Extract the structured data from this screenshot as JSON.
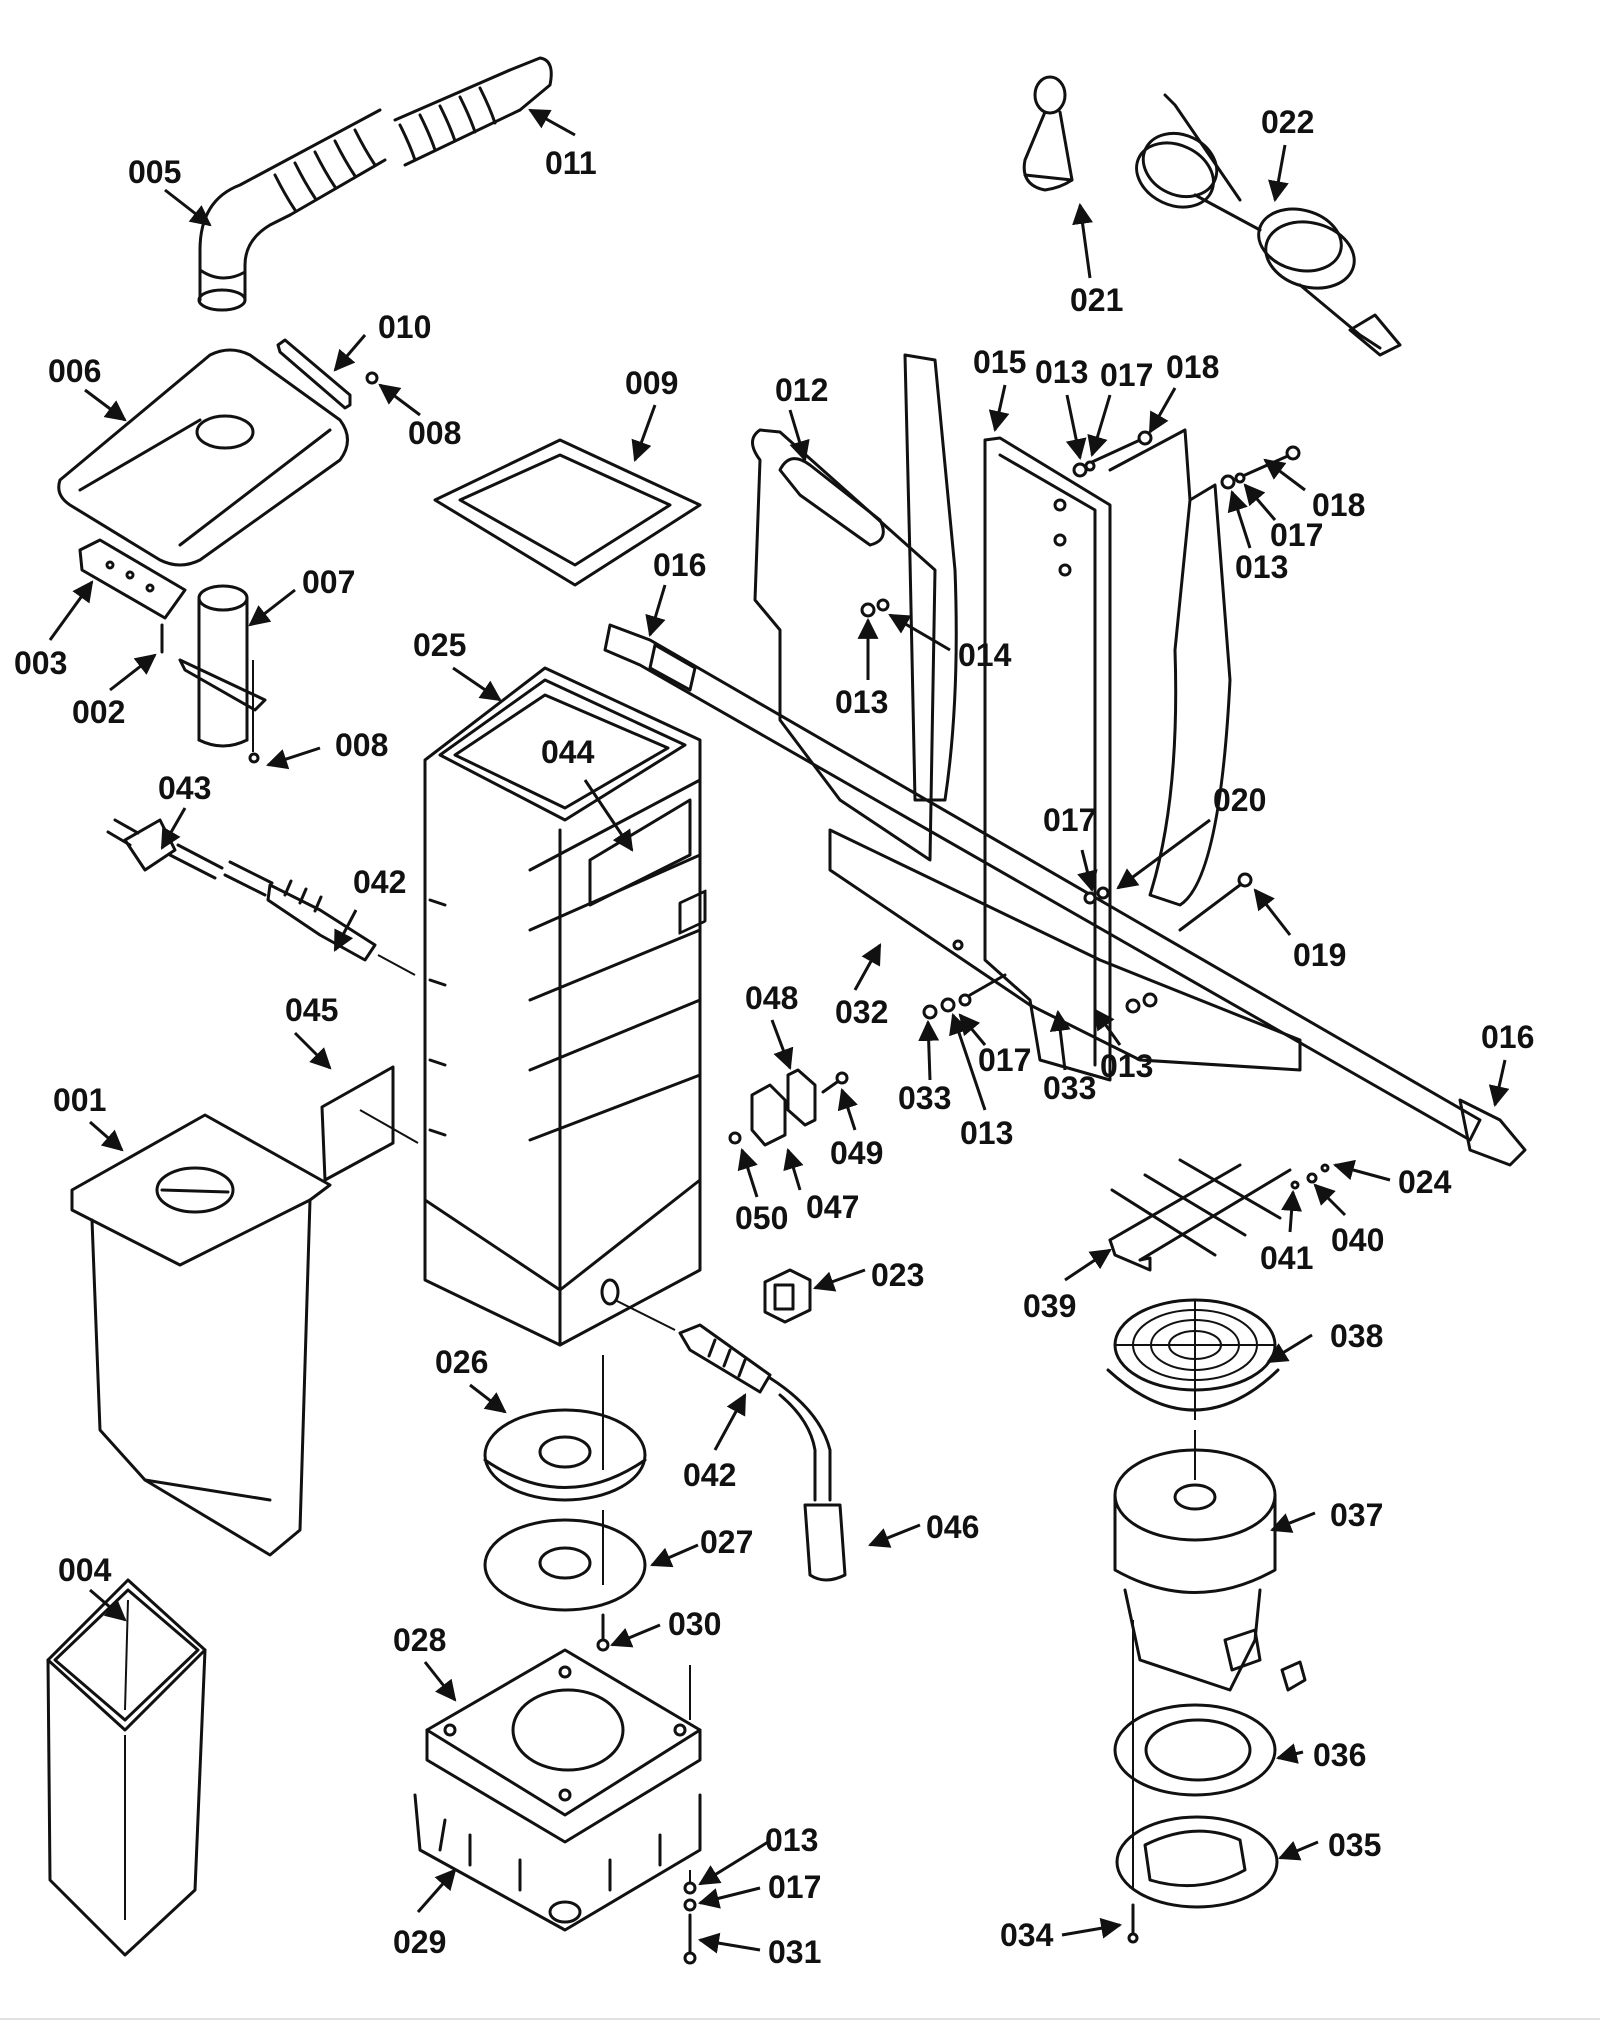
{
  "diagram": {
    "type": "exploded-parts-diagram",
    "subject": "backpack vacuum assembly",
    "line_color": "#111111",
    "background": "#ffffff"
  },
  "callouts": [
    {
      "id": "c01",
      "label": "005",
      "part": "elbow-wand"
    },
    {
      "id": "c02",
      "label": "011",
      "part": "hose"
    },
    {
      "id": "c03",
      "label": "006",
      "part": "top-cover"
    },
    {
      "id": "c04",
      "label": "010",
      "part": "cover-latch-bracket"
    },
    {
      "id": "c05",
      "label": "008",
      "part": "screw"
    },
    {
      "id": "c06",
      "label": "003",
      "part": "terminal-strip"
    },
    {
      "id": "c07",
      "label": "002",
      "part": "terminal-pin"
    },
    {
      "id": "c08",
      "label": "007",
      "part": "inlet-tube"
    },
    {
      "id": "c09",
      "label": "008",
      "part": "screw"
    },
    {
      "id": "c10",
      "label": "009",
      "part": "filter-gasket"
    },
    {
      "id": "c11",
      "label": "012",
      "part": "handle-plate"
    },
    {
      "id": "c12",
      "label": "015",
      "part": "back-frame"
    },
    {
      "id": "c13",
      "label": "013",
      "part": "washer"
    },
    {
      "id": "c14",
      "label": "017",
      "part": "lock-washer"
    },
    {
      "id": "c15",
      "label": "018",
      "part": "bolt"
    },
    {
      "id": "c16",
      "label": "016",
      "part": "waist-belt"
    },
    {
      "id": "c17",
      "label": "014",
      "part": "nut"
    },
    {
      "id": "c18",
      "label": "013",
      "part": "washer"
    },
    {
      "id": "c19",
      "label": "018",
      "part": "bolt"
    },
    {
      "id": "c20",
      "label": "017",
      "part": "lock-washer"
    },
    {
      "id": "c21",
      "label": "013",
      "part": "washer"
    },
    {
      "id": "c22",
      "label": "021",
      "part": "cord-hook"
    },
    {
      "id": "c23",
      "label": "022",
      "part": "power-cord"
    },
    {
      "id": "c24",
      "label": "025",
      "part": "main-housing"
    },
    {
      "id": "c25",
      "label": "044",
      "part": "label-plate"
    },
    {
      "id": "c26",
      "label": "043",
      "part": "plug"
    },
    {
      "id": "c27",
      "label": "042",
      "part": "cord-strain-relief"
    },
    {
      "id": "c28",
      "label": "045",
      "part": "decal"
    },
    {
      "id": "c29",
      "label": "001",
      "part": "filter-bag"
    },
    {
      "id": "c30",
      "label": "048",
      "part": "switch-cover"
    },
    {
      "id": "c31",
      "label": "049",
      "part": "screw"
    },
    {
      "id": "c32",
      "label": "047",
      "part": "switch-bracket"
    },
    {
      "id": "c33",
      "label": "050",
      "part": "nut"
    },
    {
      "id": "c34",
      "label": "023",
      "part": "rocker-switch"
    },
    {
      "id": "c35",
      "label": "032",
      "part": "mounting-plate"
    },
    {
      "id": "c36",
      "label": "017",
      "part": "lock-washer"
    },
    {
      "id": "c37",
      "label": "033",
      "part": "nut"
    },
    {
      "id": "c38",
      "label": "013",
      "part": "washer"
    },
    {
      "id": "c39",
      "label": "033",
      "part": "nut"
    },
    {
      "id": "c40",
      "label": "013",
      "part": "washer"
    },
    {
      "id": "c41",
      "label": "017",
      "part": "lock-washer"
    },
    {
      "id": "c42",
      "label": "020",
      "part": "strap-clip"
    },
    {
      "id": "c43",
      "label": "019",
      "part": "bolt"
    },
    {
      "id": "c44",
      "label": "016",
      "part": "waist-belt-buckle"
    },
    {
      "id": "c45",
      "label": "024",
      "part": "screw"
    },
    {
      "id": "c46",
      "label": "040",
      "part": "clip"
    },
    {
      "id": "c47",
      "label": "041",
      "part": "rivet"
    },
    {
      "id": "c48",
      "label": "039",
      "part": "wire-guard"
    },
    {
      "id": "c49",
      "label": "038",
      "part": "motor-filter-cap"
    },
    {
      "id": "c50",
      "label": "037",
      "part": "motor"
    },
    {
      "id": "c51",
      "label": "026",
      "part": "motor-gasket"
    },
    {
      "id": "c52",
      "label": "042",
      "part": "cord-strain-relief"
    },
    {
      "id": "c53",
      "label": "046",
      "part": "connector"
    },
    {
      "id": "c54",
      "label": "027",
      "part": "gasket"
    },
    {
      "id": "c55",
      "label": "030",
      "part": "screw"
    },
    {
      "id": "c56",
      "label": "028",
      "part": "motor-mount"
    },
    {
      "id": "c57",
      "label": "036",
      "part": "motor-ring"
    },
    {
      "id": "c58",
      "label": "035",
      "part": "motor-plate"
    },
    {
      "id": "c59",
      "label": "013",
      "part": "washer"
    },
    {
      "id": "c60",
      "label": "017",
      "part": "lock-washer"
    },
    {
      "id": "c61",
      "label": "029",
      "part": "base"
    },
    {
      "id": "c62",
      "label": "031",
      "part": "bolt"
    },
    {
      "id": "c63",
      "label": "034",
      "part": "screw"
    },
    {
      "id": "c64",
      "label": "004",
      "part": "cloth-bag"
    }
  ]
}
